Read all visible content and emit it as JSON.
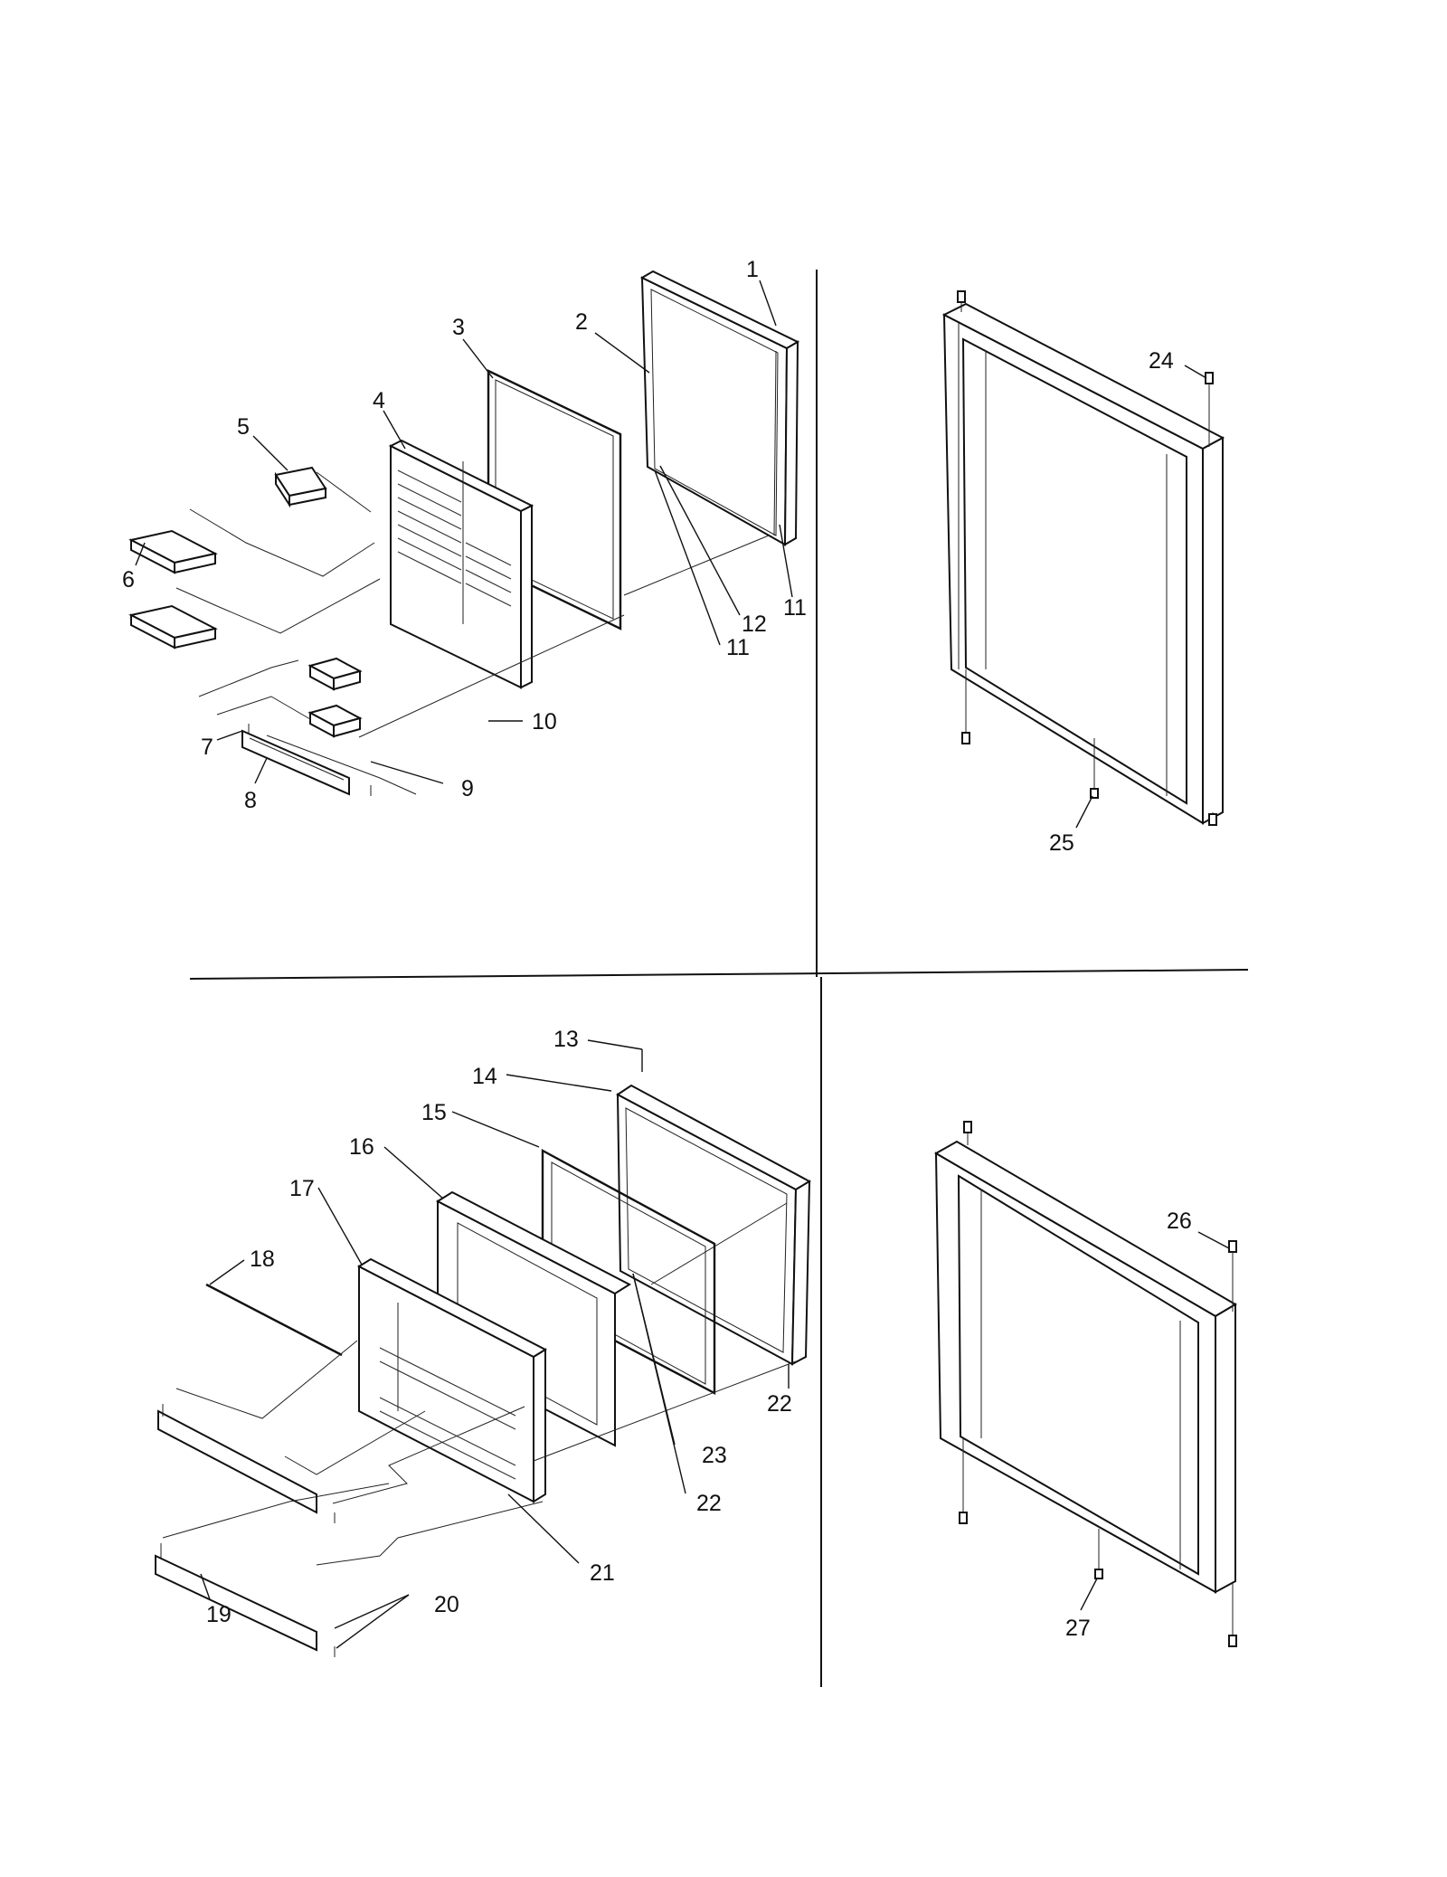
{
  "diagram": {
    "callouts": {
      "c1": "1",
      "c2": "2",
      "c3": "3",
      "c4": "4",
      "c5": "5",
      "c6": "6",
      "c7": "7",
      "c8": "8",
      "c9": "9",
      "c10": "10",
      "c11a": "11",
      "c11b": "11",
      "c12": "12",
      "c13": "13",
      "c14": "14",
      "c15": "15",
      "c16": "16",
      "c17": "17",
      "c18": "18",
      "c19": "19",
      "c20": "20",
      "c21": "21",
      "c22a": "22",
      "c22b": "22",
      "c23": "23",
      "c24": "24",
      "c25": "25",
      "c26": "26",
      "c27": "27"
    }
  }
}
